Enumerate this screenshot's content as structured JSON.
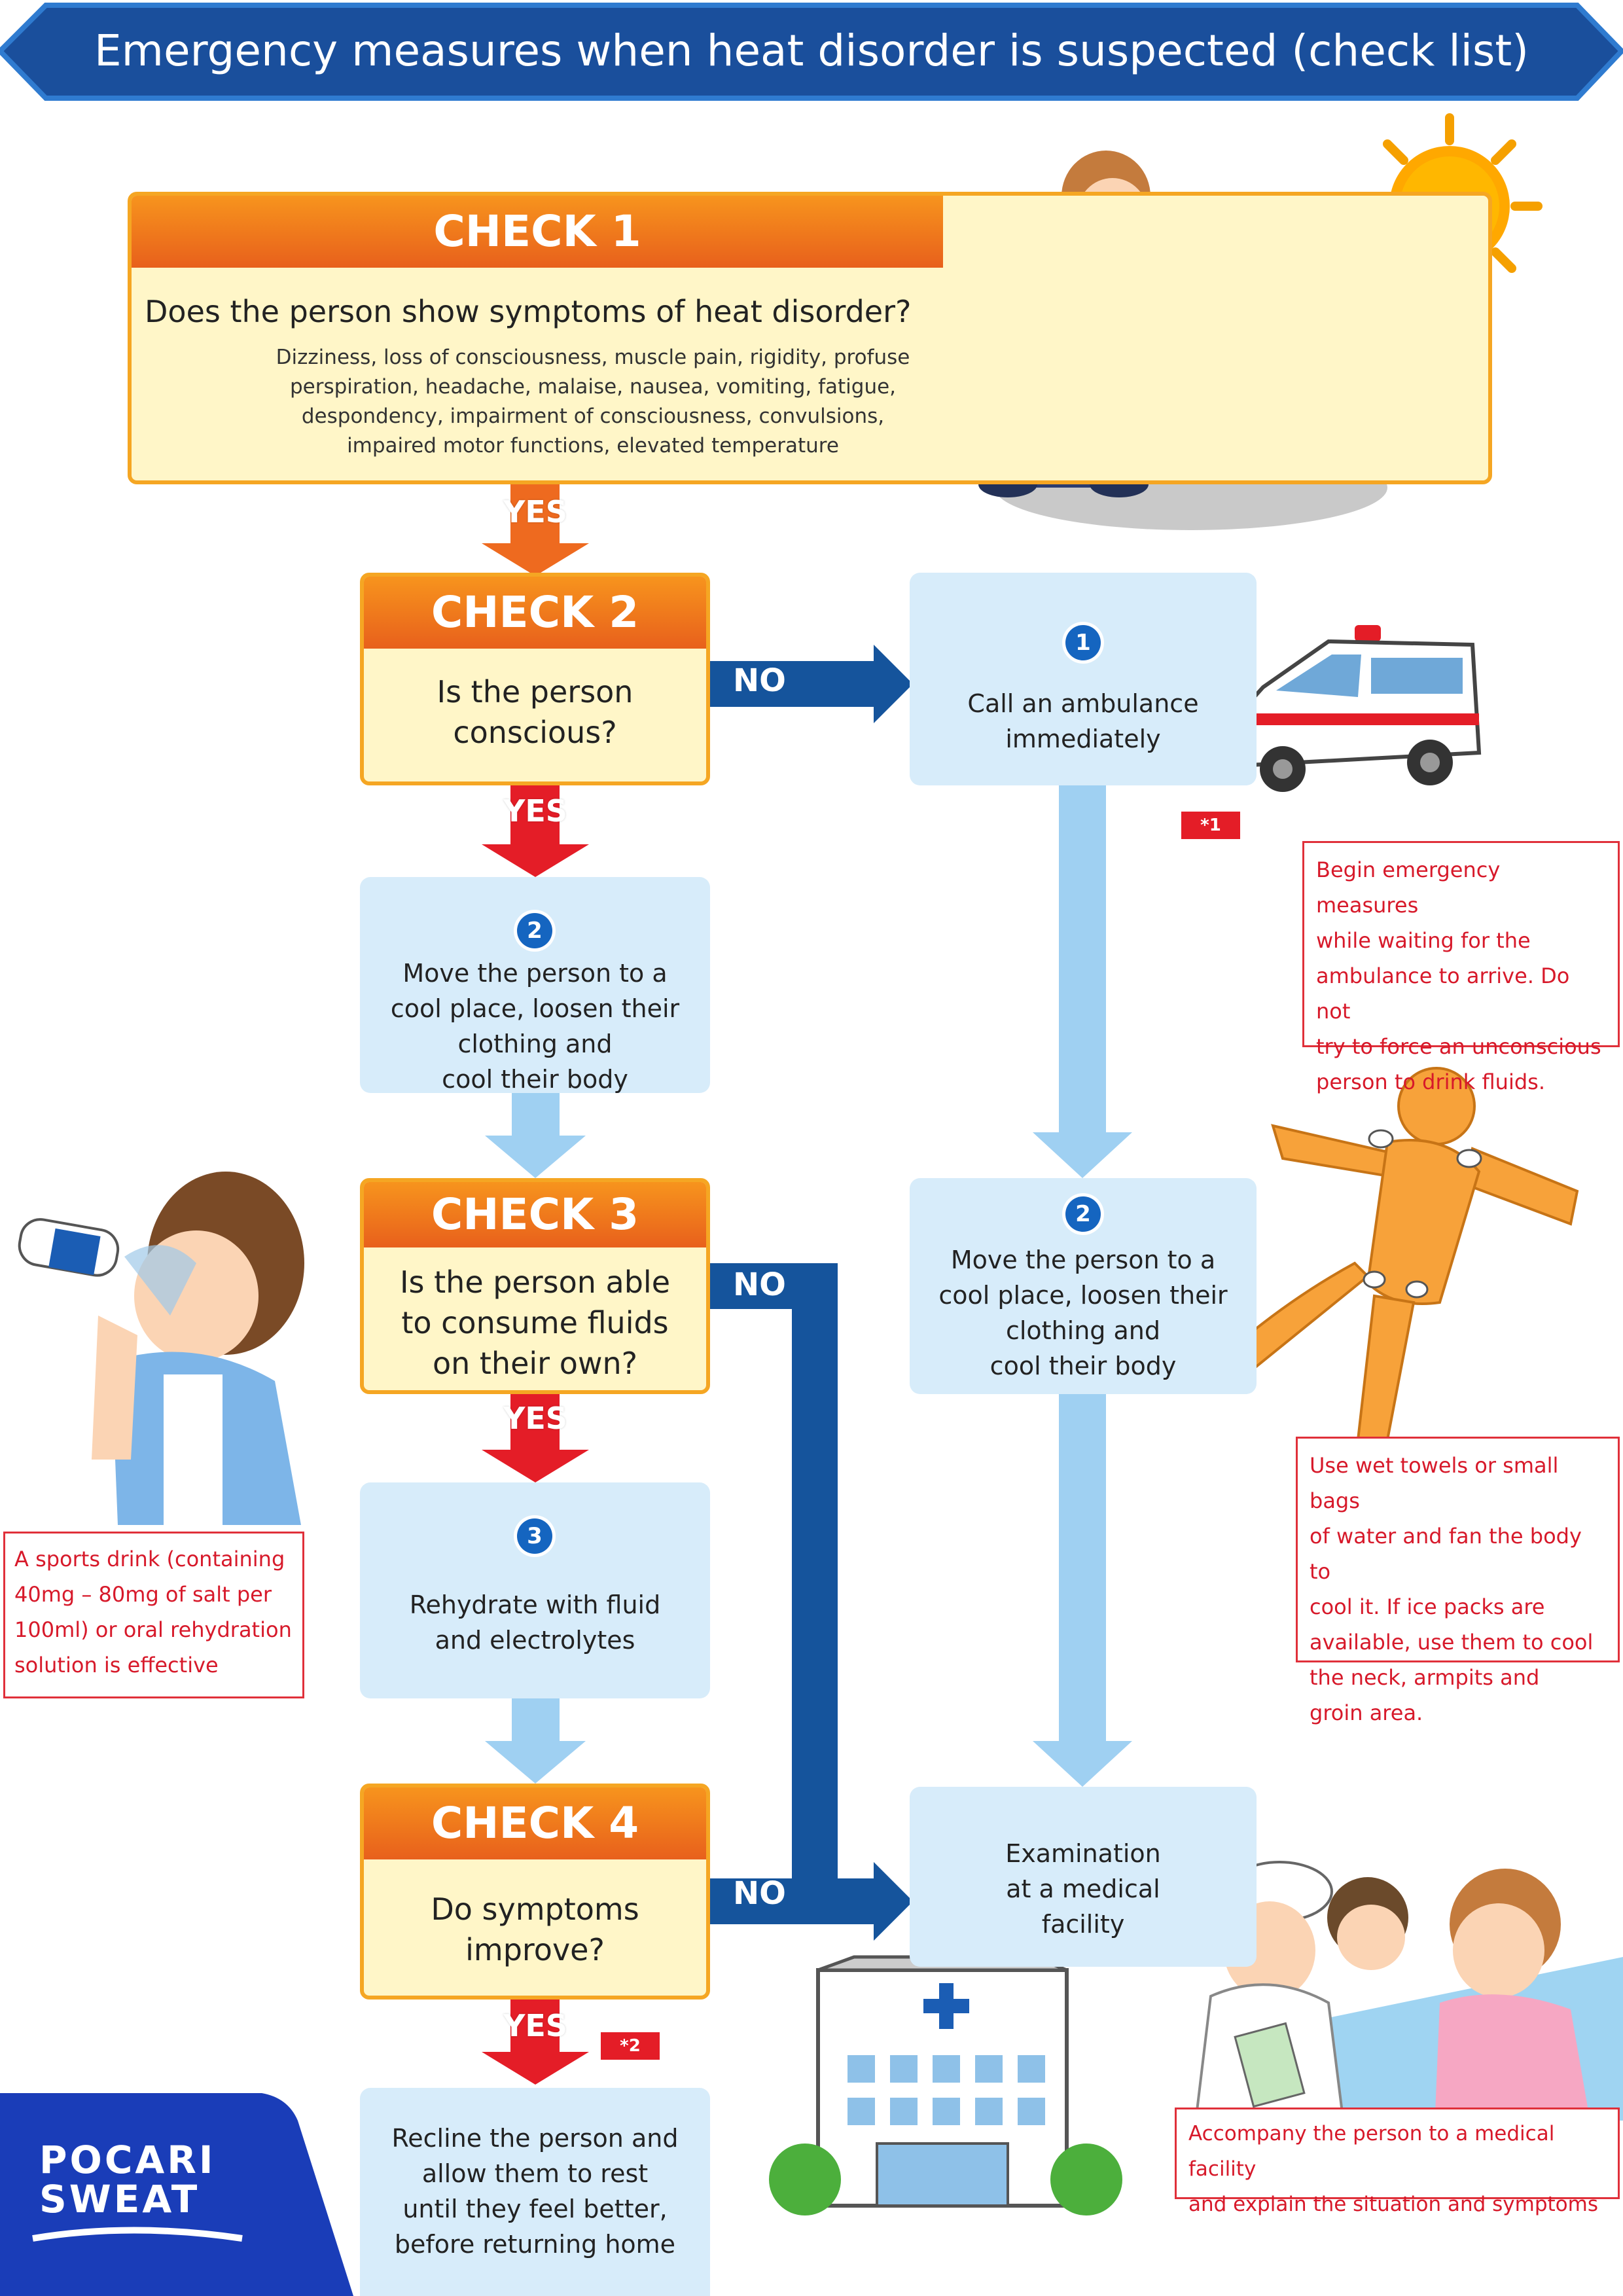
{
  "title": "Emergency measures when heat disorder is suspected (check list)",
  "colors": {
    "banner": "#1a4f9c",
    "check_header": "#f07c1e",
    "check_body": "#fff6c8",
    "action_box": "#d7ecfa",
    "navy_arrow": "#15549c",
    "note_red": "#e0303a"
  },
  "check1": {
    "label": "CHECK 1",
    "question": "Does the person show symptoms of heat disorder?",
    "symptoms": [
      "Dizziness, loss of consciousness, muscle pain, rigidity, profuse",
      "perspiration, headache, malaise, nausea, vomiting, fatigue,",
      "despondency, impairment of consciousness, convulsions,",
      "impaired motor functions, elevated temperature"
    ],
    "yes": "YES"
  },
  "check2": {
    "label": "CHECK 2",
    "question": [
      "Is the person",
      "conscious?"
    ],
    "yes": "YES",
    "no": "NO"
  },
  "check3": {
    "label": "CHECK 3",
    "question": [
      "Is the person able",
      "to consume fluids",
      "on their own?"
    ],
    "yes": "YES",
    "no": "NO"
  },
  "check4": {
    "label": "CHECK 4",
    "question": [
      "Do symptoms",
      "improve?"
    ],
    "yes": "YES",
    "no": "NO",
    "footnote": "*2"
  },
  "steps": {
    "call_ambulance": {
      "number": "1",
      "lines": [
        "Call an ambulance",
        "immediately"
      ],
      "footnote": "*1"
    },
    "move_left": {
      "number": "2",
      "lines": [
        "Move the person to a",
        "cool place, loosen their",
        "clothing and",
        "cool their body"
      ]
    },
    "move_right": {
      "number": "2",
      "lines": [
        "Move the person to a",
        "cool place, loosen their",
        "clothing and",
        "cool their body"
      ]
    },
    "rehydrate": {
      "number": "3",
      "lines": [
        "Rehydrate with fluid",
        "and electrolytes"
      ]
    },
    "exam": {
      "lines": [
        "Examination",
        "at a medical",
        "facility"
      ]
    },
    "recline": {
      "lines": [
        "Recline the person and",
        "allow them to rest",
        "until they feel better,",
        "before returning home"
      ]
    }
  },
  "notes": {
    "ambulance": [
      "Begin emergency measures",
      "while waiting for the",
      "ambulance to arrive. Do not",
      "try to force an unconscious",
      "person to drink fluids."
    ],
    "cooling": [
      "Use wet towels or small bags",
      "of water and fan the body to",
      "cool it. If ice packs are",
      "available, use them to cool",
      "the neck, armpits and",
      "groin area."
    ],
    "drink": [
      "A sports drink (containing",
      "40mg – 80mg of salt per",
      "100ml) or oral rehydration",
      "solution is effective"
    ],
    "accompany": [
      "Accompany the person to a medical facility",
      "and explain the situation and symptoms"
    ]
  },
  "logo": {
    "line1": "POCARI",
    "line2": "SWEAT"
  },
  "illustrations": [
    "sun-icon",
    "woman-helping-boy-illustration",
    "ambulance-illustration",
    "cooling-figure-illustration",
    "drinking-boy-illustration",
    "hospital-illustration",
    "nurse-patient-illustration"
  ]
}
